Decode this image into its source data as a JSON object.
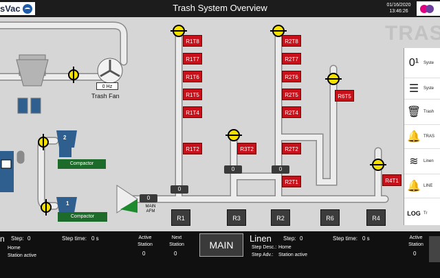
{
  "header": {
    "logo_text": "sVac",
    "title": "Trash System Overview",
    "date": "01/16/2020",
    "time": "13:46:26"
  },
  "watermark": "TRAS",
  "fan": {
    "speed": "0 Hz",
    "label": "Trash Fan"
  },
  "compactors": [
    {
      "number": "2",
      "label": "Compactor"
    },
    {
      "number": "1",
      "label": "Compactor"
    }
  ],
  "main_afm": "MAIN AFM",
  "rooms": [
    "R1T8",
    "R1T7",
    "R1T6",
    "R1T5",
    "R1T4",
    "R1T2",
    "R2T8",
    "R2T7",
    "R2T6",
    "R2T5",
    "R2T4",
    "R2T2",
    "R2T1",
    "R3T2",
    "R6T5",
    "R4T1"
  ],
  "counters": {
    "main": "0",
    "r1": "0",
    "r3": "0",
    "r2": "0"
  },
  "stations": [
    "R1",
    "R3",
    "R2",
    "R6",
    "R4"
  ],
  "side_menu": [
    {
      "icon": "counter-icon",
      "glyph": "0¹",
      "label": "Syste"
    },
    {
      "icon": "menu-icon",
      "glyph": "☰",
      "label": "Syste"
    },
    {
      "icon": "trash-icon",
      "glyph": "🗑",
      "label": "Trash"
    },
    {
      "icon": "bell-icon",
      "glyph": "🔔",
      "label": "TRAS"
    },
    {
      "icon": "linen-icon",
      "glyph": "≋",
      "label": "Linen"
    },
    {
      "icon": "bell-icon",
      "glyph": "🔔",
      "label": "LINE"
    },
    {
      "icon": "log-icon",
      "glyph": "LOG",
      "label": "Tr"
    }
  ],
  "bottom": {
    "left": {
      "name": "n",
      "step_label": "Step:",
      "step_value": "0",
      "step_time_label": "Step time:",
      "step_time_value": "0 s",
      "desc": "Home",
      "adv": "Station active",
      "active_label": "Active Station",
      "active_value": "0",
      "next_label": "Next Station",
      "next_value": "0"
    },
    "main_button": "MAIN",
    "right": {
      "name": "Linen",
      "step_label": "Step:",
      "step_value": "0",
      "step_desc_label": "Step Desc.:",
      "step_desc_value": "Home",
      "step_adv_label": "Step Adv.:",
      "step_adv_value": "Station active",
      "step_time_label": "Step time:",
      "step_time_value": "0 s",
      "active_label": "Active Station",
      "active_value": "0"
    }
  },
  "colors": {
    "room": "#c8101a",
    "pipe": "#e8e8e8",
    "valve": "#f5e000",
    "equipment": "#2f5f8f"
  }
}
